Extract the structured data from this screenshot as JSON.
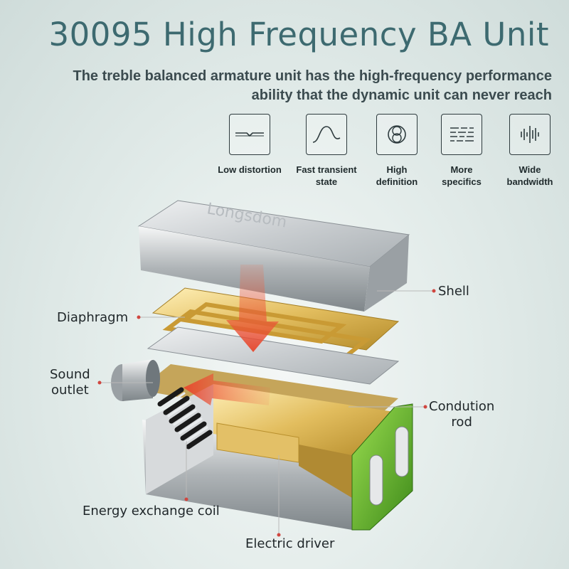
{
  "header": {
    "title": "30095 High Frequency BA Unit",
    "subtitle_line1": "The treble balanced armature unit has the high-frequency performance",
    "subtitle_line2": "ability that the dynamic unit can never reach"
  },
  "features": [
    {
      "icon": "low-distortion-icon",
      "label_line1": "Low distortion",
      "label_line2": ""
    },
    {
      "icon": "fast-transient-icon",
      "label_line1": "Fast transient",
      "label_line2": "state"
    },
    {
      "icon": "high-definition-icon",
      "label_line1": "High",
      "label_line2": "definition"
    },
    {
      "icon": "more-specifics-icon",
      "label_line1": "More",
      "label_line2": "specifics"
    },
    {
      "icon": "wide-bandwidth-icon",
      "label_line1": "Wide",
      "label_line2": "bandwidth"
    }
  ],
  "illustration": {
    "brand_engraving": "Longsdom"
  },
  "callouts": {
    "shell": "Shell",
    "diaphragm": "Diaphragm",
    "sound_outlet_line1": "Sound",
    "sound_outlet_line2": "outlet",
    "condution_rod_line1": "Condution",
    "condution_rod_line2": "rod",
    "energy_coil": "Energy exchange coil",
    "electric_driver": "Electric driver"
  },
  "colors": {
    "title": "#3d6a70",
    "accent_red": "#d0463f",
    "gold": "#d8b25a",
    "green": "#5aa62c"
  }
}
